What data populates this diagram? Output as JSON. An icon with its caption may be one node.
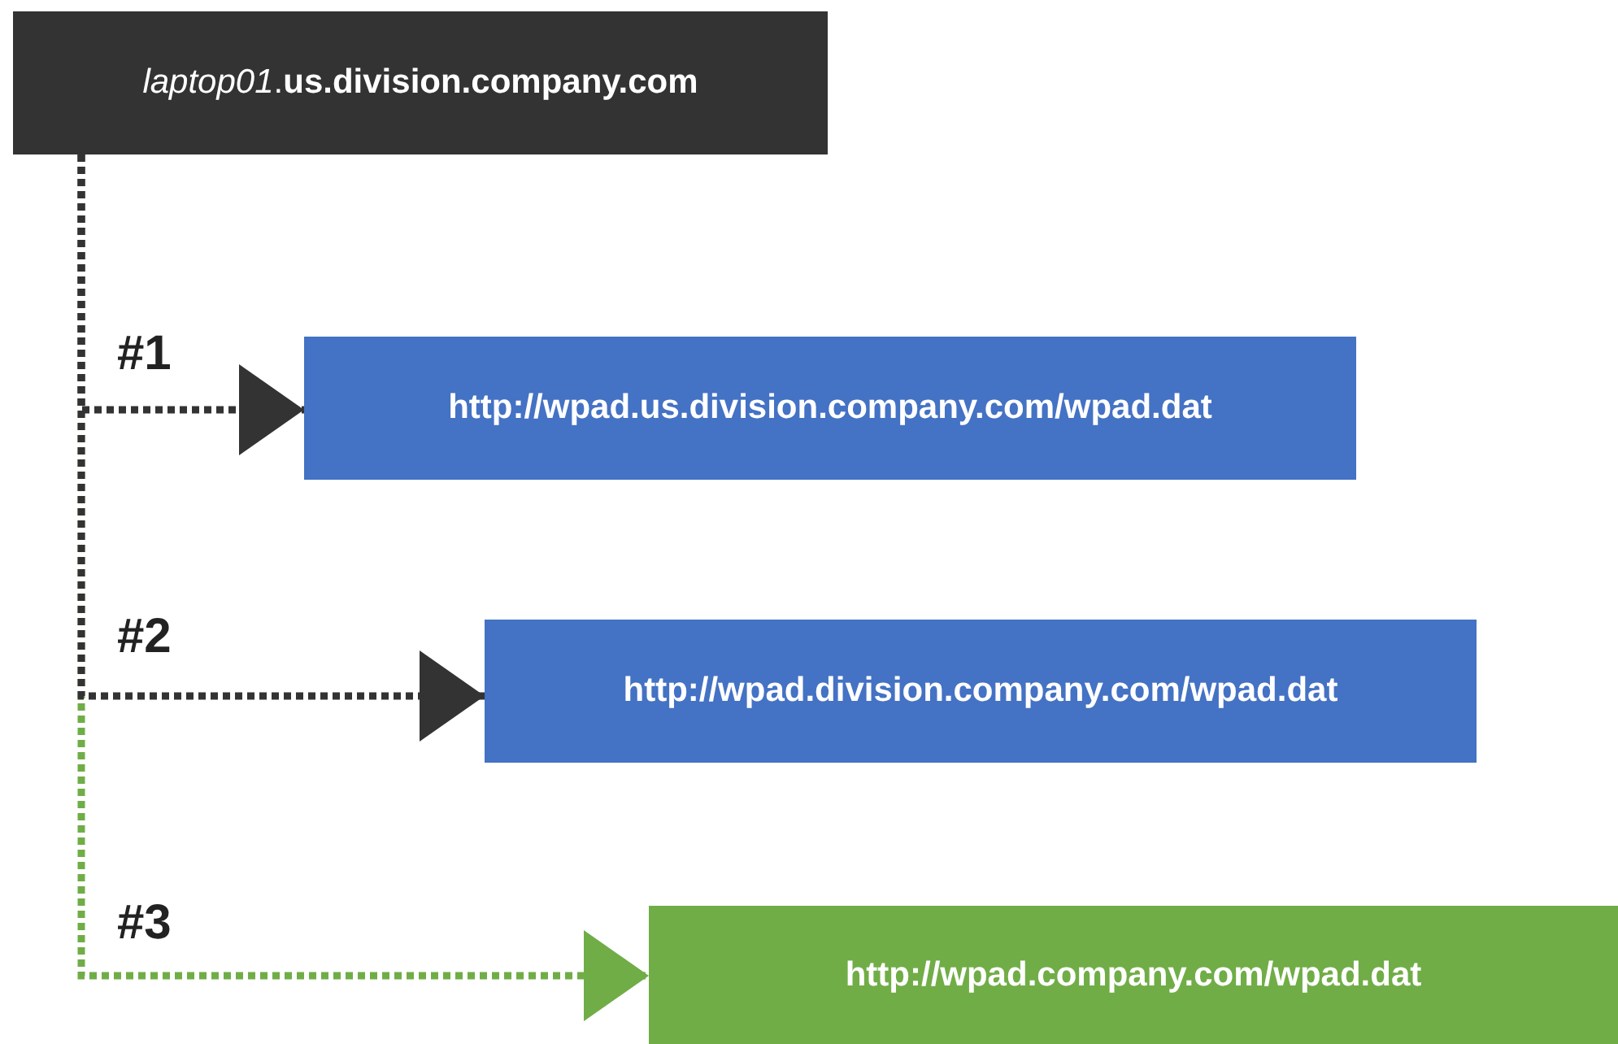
{
  "diagram": {
    "nodes": [
      {
        "text": [
          "*laptop01*.**us.division.company.com**"
        ]
      },
      {
        "text": [
          "http://wpad.us.division.company.com/wpad.dat"
        ]
      },
      {
        "text": [
          "http://wpad.division.company.com/wpad.dat"
        ]
      },
      {
        "text": [
          "http://wpad.company.com/wpad.dat"
        ]
      }
    ],
    "edges": [
      {
        "from": 0,
        "to": 1,
        "arrow": "to",
        "label": "#1",
        "style": "dashed"
      },
      {
        "from": 0,
        "to": 2,
        "arrow": "to",
        "label": "#2",
        "style": "dashed"
      },
      {
        "from": 0,
        "to": 3,
        "arrow": "to",
        "label": "#3",
        "style": "dashed",
        "color": "#70ad47"
      }
    ]
  }
}
